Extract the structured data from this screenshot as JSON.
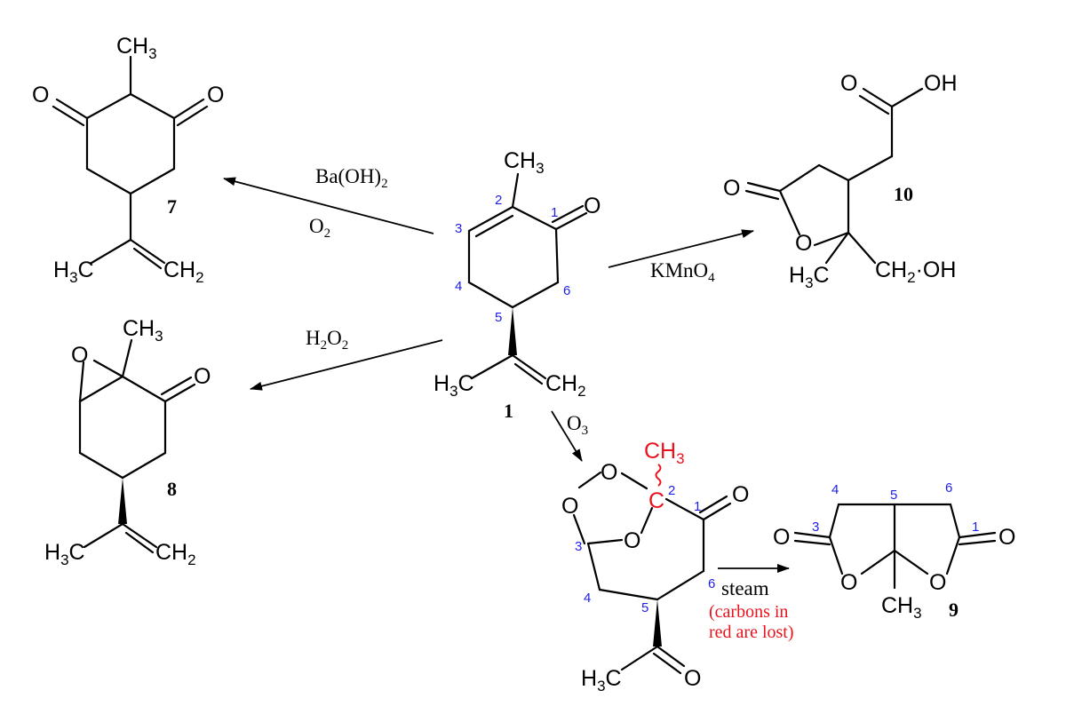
{
  "reagents": {
    "baoh2": "Ba(OH)",
    "baoh2_sub": "2",
    "o2": "O",
    "o2_sub": "2",
    "h2o2_h": "H",
    "h2o2_h_sub": "2",
    "h2o2_o": "O",
    "h2o2_o_sub": "2",
    "kmno4": "KMnO",
    "kmno4_sub": "4",
    "o3": "O",
    "o3_sub": "3",
    "steam": "steam",
    "note_line1": "(carbons in",
    "note_line2": "red are lost)"
  },
  "compounds": {
    "c1": "1",
    "c7": "7",
    "c8": "8",
    "c9": "9",
    "c10": "10"
  },
  "atoms": {
    "CH": "CH",
    "H": "H",
    "C": "C",
    "O": "O",
    "OH": "OH",
    "three": "3",
    "two": "2",
    "dot": "·"
  },
  "locants": [
    "1",
    "2",
    "3",
    "4",
    "5",
    "6"
  ],
  "colors": {
    "lost_carbons": "#e8131c",
    "locant_numbers": "#1e1ee6"
  }
}
